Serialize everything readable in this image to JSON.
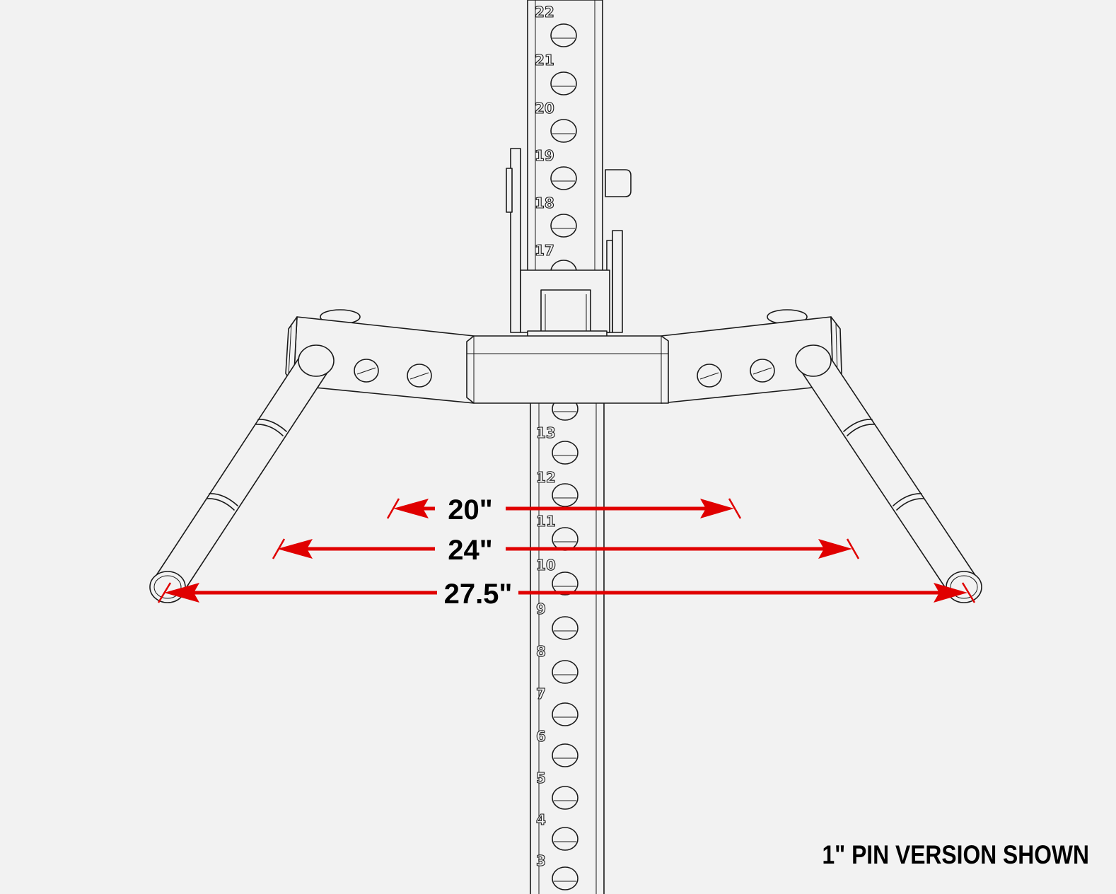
{
  "upright": {
    "hole_numbers_upper": [
      "22",
      "21",
      "20",
      "19",
      "18",
      "17"
    ],
    "hole_numbers_lower": [
      "13",
      "12",
      "11",
      "10",
      "9",
      "8",
      "7",
      "6",
      "5",
      "4",
      "3"
    ]
  },
  "dimensions": [
    {
      "id": "inner",
      "label": "20\""
    },
    {
      "id": "middle",
      "label": "24\""
    },
    {
      "id": "outer",
      "label": "27.5\""
    }
  ],
  "caption": "1\" PIN VERSION SHOWN",
  "colors": {
    "background": "#f2f2f2",
    "line_art": "#1a1a1a",
    "dimension_arrows": "#e00000",
    "labels": "#000000"
  }
}
